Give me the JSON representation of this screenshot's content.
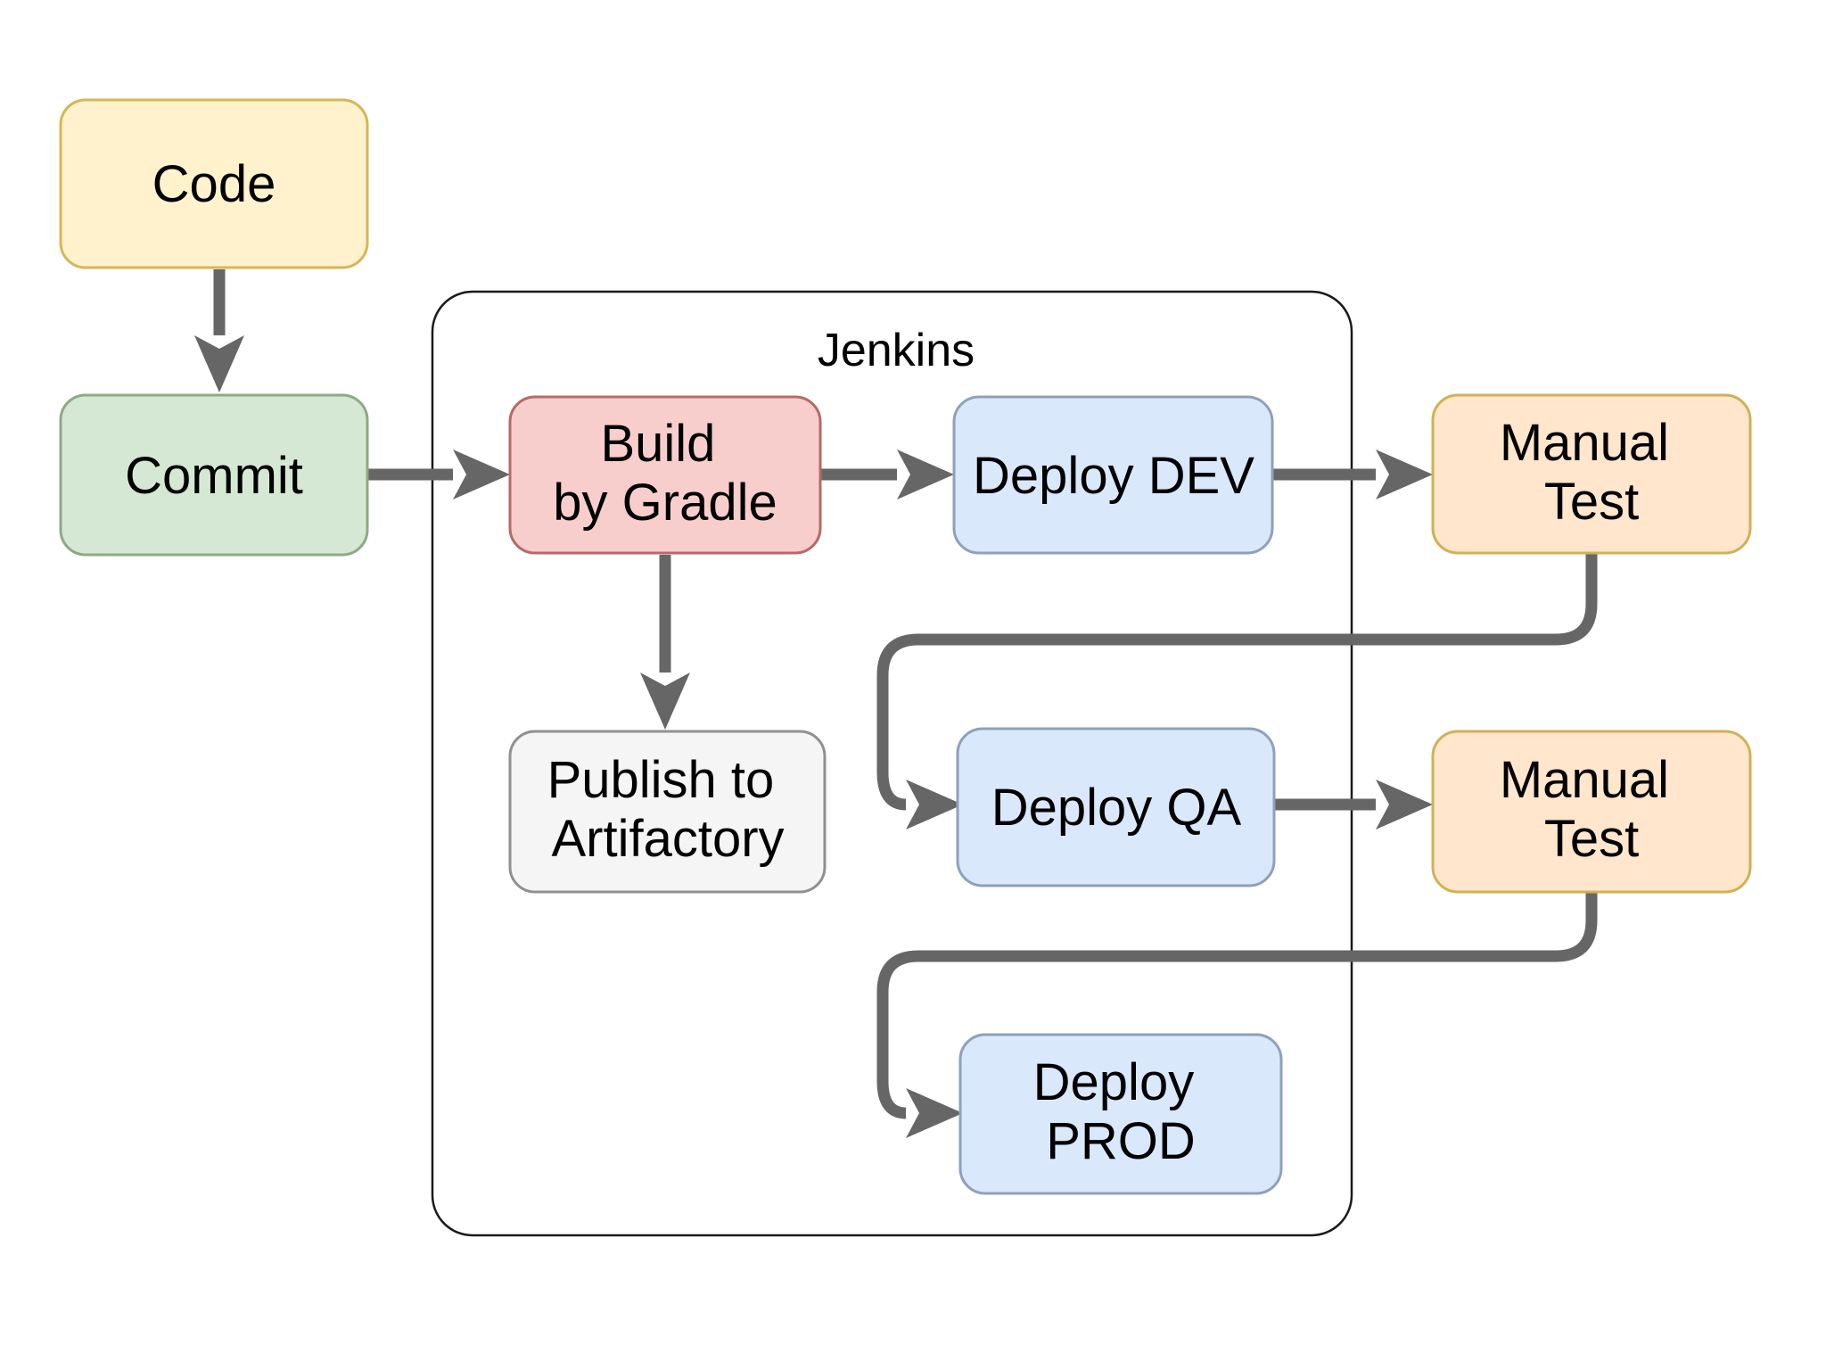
{
  "diagram": {
    "container": {
      "label": "Jenkins"
    },
    "nodes": {
      "code": {
        "lines": [
          "Code"
        ],
        "color": "yellow"
      },
      "commit": {
        "lines": [
          "Commit"
        ],
        "color": "green"
      },
      "build_by_gradle": {
        "lines": [
          "Build",
          "by Gradle"
        ],
        "color": "red"
      },
      "deploy_dev": {
        "lines": [
          "Deploy DEV"
        ],
        "color": "blue"
      },
      "manual_test_dev": {
        "lines": [
          "Manual",
          "Test"
        ],
        "color": "orange"
      },
      "publish_to_artifactory": {
        "lines": [
          "Publish to",
          "Artifactory"
        ],
        "color": "gray"
      },
      "deploy_qa": {
        "lines": [
          "Deploy QA"
        ],
        "color": "blue"
      },
      "manual_test_qa": {
        "lines": [
          "Manual",
          "Test"
        ],
        "color": "orange"
      },
      "deploy_prod": {
        "lines": [
          "Deploy",
          "PROD"
        ],
        "color": "blue"
      }
    },
    "edges": [
      {
        "from": "code",
        "to": "commit"
      },
      {
        "from": "commit",
        "to": "build_by_gradle"
      },
      {
        "from": "build_by_gradle",
        "to": "deploy_dev"
      },
      {
        "from": "deploy_dev",
        "to": "manual_test_dev"
      },
      {
        "from": "build_by_gradle",
        "to": "publish_to_artifactory"
      },
      {
        "from": "manual_test_dev",
        "to": "deploy_qa"
      },
      {
        "from": "deploy_qa",
        "to": "manual_test_qa"
      },
      {
        "from": "manual_test_qa",
        "to": "deploy_prod"
      }
    ],
    "palette": {
      "yellow": {
        "fill": "#FFF2CC",
        "stroke": "#D6B656"
      },
      "green": {
        "fill": "#D5E8D4",
        "stroke": "#8FA886"
      },
      "red": {
        "fill": "#F8CECC",
        "stroke": "#B46B66"
      },
      "blue": {
        "fill": "#DAE8FC",
        "stroke": "#8FA0BC"
      },
      "orange": {
        "fill": "#FFE6CC",
        "stroke": "#D2B154"
      },
      "gray": {
        "fill": "#F5F5F5",
        "stroke": "#909090"
      },
      "arrow": "#666666",
      "container_stroke": "#1A1A1A",
      "text": "#000000"
    }
  }
}
